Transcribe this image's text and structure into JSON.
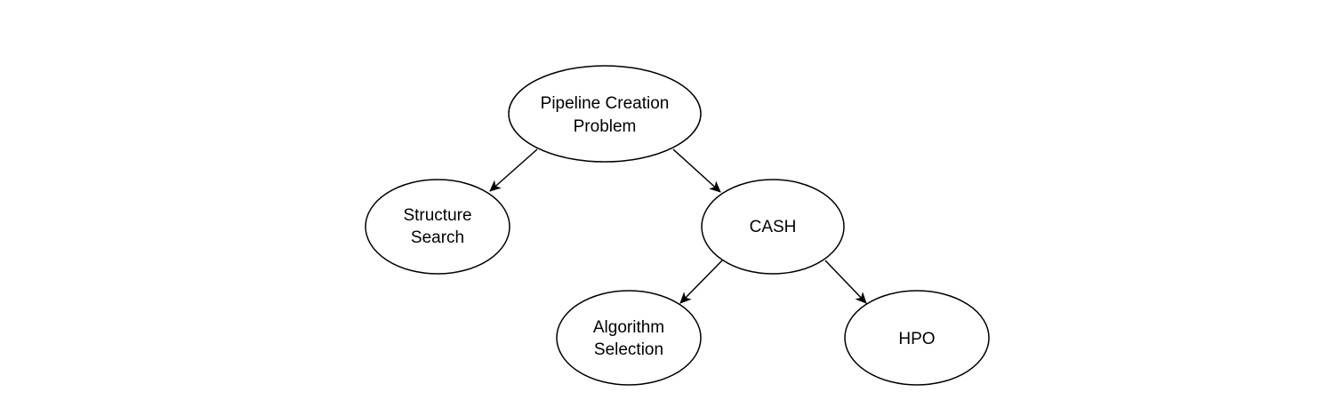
{
  "nodes": {
    "pipeline": {
      "lines": [
        "Pipeline Creation",
        "Problem"
      ]
    },
    "structure": {
      "lines": [
        "Structure",
        "Search"
      ]
    },
    "cash": {
      "lines": [
        "CASH"
      ]
    },
    "algorithm": {
      "lines": [
        "Algorithm",
        "Selection"
      ]
    },
    "hpo": {
      "lines": [
        "HPO"
      ]
    }
  },
  "edges": [
    {
      "from": "pipeline",
      "to": "structure"
    },
    {
      "from": "pipeline",
      "to": "cash"
    },
    {
      "from": "cash",
      "to": "algorithm"
    },
    {
      "from": "cash",
      "to": "hpo"
    }
  ]
}
